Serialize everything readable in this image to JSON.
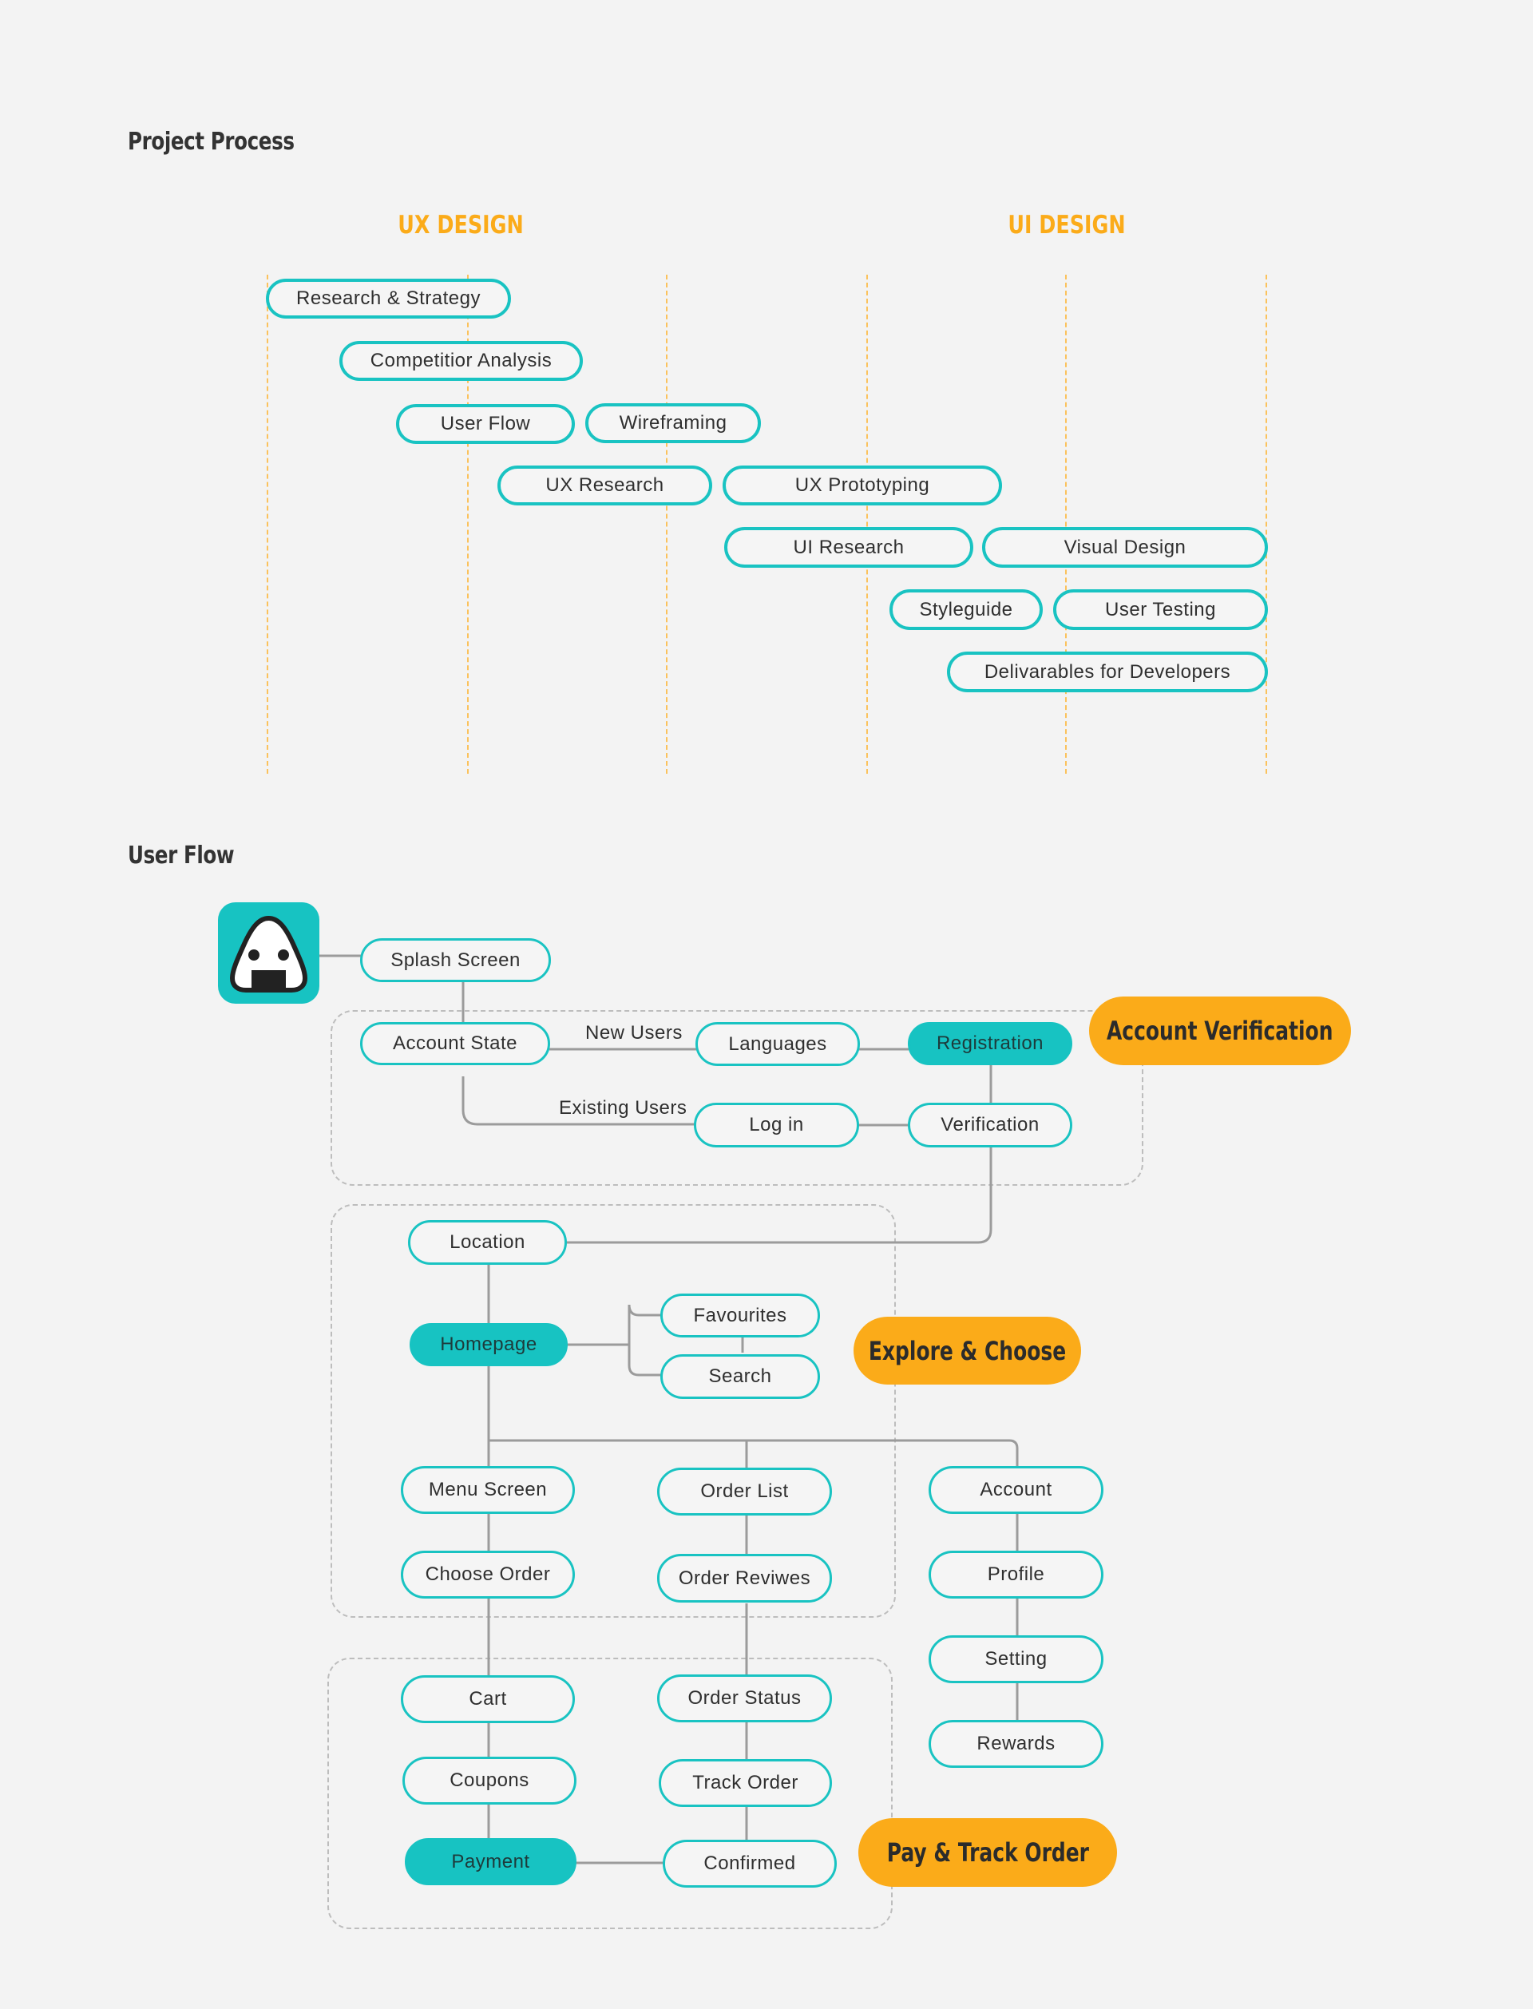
{
  "project_process": {
    "title": "Project Process",
    "phases": {
      "ux": "UX DESIGN",
      "ui": "UI DESIGN"
    },
    "tasks": [
      "Research & Strategy",
      "Competitior Analysis",
      "User Flow",
      "Wireframing",
      "UX Research",
      "UX Prototyping",
      "UI Research",
      "Visual Design",
      "Styleguide",
      "User Testing",
      "Delivarables for Developers"
    ]
  },
  "user_flow": {
    "title": "User Flow",
    "logo_icon": "onigiri-icon",
    "nodes": {
      "splash": "Splash Screen",
      "account_state": "Account State",
      "languages": "Languages",
      "registration": "Registration",
      "login": "Log in",
      "verification": "Verification",
      "location": "Location",
      "homepage": "Homepage",
      "favourites": "Favourites",
      "search": "Search",
      "menu_screen": "Menu Screen",
      "choose_order": "Choose Order",
      "order_list": "Order List",
      "order_reviews": "Order Reviwes",
      "account": "Account",
      "profile": "Profile",
      "setting": "Setting",
      "rewards": "Rewards",
      "cart": "Cart",
      "coupons": "Coupons",
      "payment": "Payment",
      "order_status": "Order Status",
      "track_order": "Track Order",
      "confirmed": "Confirmed"
    },
    "edge_labels": {
      "new_users": "New Users",
      "existing_users": "Existing Users"
    },
    "groups": {
      "account_verification": "Account Verification",
      "explore_choose": "Explore & Choose",
      "pay_track": "Pay & Track Order"
    }
  },
  "colors": {
    "teal": "#17c3c2",
    "orange": "#fbab19",
    "background": "#f3f3f3"
  }
}
